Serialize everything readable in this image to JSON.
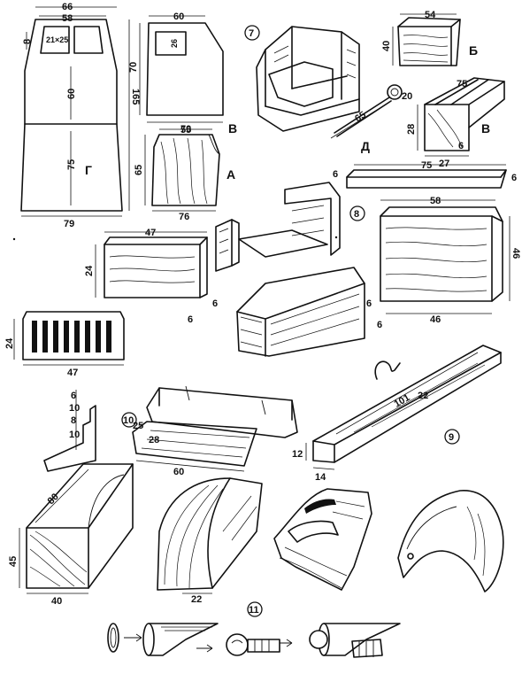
{
  "badges": {
    "b7": "7",
    "b8": "8",
    "b9": "9",
    "b10": "10",
    "b11": "11"
  },
  "letters": {
    "g": "Г",
    "v_panel": "В",
    "a": "А",
    "b": "Б",
    "d": "Д",
    "v_box": "В"
  },
  "dims": {
    "front_total_width": "66",
    "front_top_width": "58",
    "front_window": "21×25",
    "front_top_h": "8",
    "front_mid_h": "60",
    "front_low_h": "75",
    "front_total_h": "165",
    "front_base_w": "79",
    "side_top_w": "60",
    "side_hole": "26",
    "side_h": "70",
    "side_base_w": "70",
    "blockA_top": "55",
    "blockA_h": "65",
    "blockA_base": "76",
    "blockB_w": "54",
    "blockB_h": "40",
    "key_len": "65",
    "key_head": "20",
    "channel_len": "75",
    "channel_h": "28",
    "channel_base": "27",
    "channel_slot": "6",
    "strip_len": "75",
    "strip_w": "6",
    "strip_h": "6",
    "hood_top": "47",
    "hood_h": "24",
    "hood_step_h": "6",
    "hood_step_w": "6",
    "grille_h": "24",
    "grille_w": "47",
    "cab_top": "58",
    "cab_h": "46",
    "cab_base": "46",
    "cab_step": "6",
    "cab_step_w": "6",
    "stair_a": "6",
    "stair_b": "10",
    "stair_c": "8",
    "stair_d": "10",
    "base_25": "25",
    "base_28": "28",
    "base_60": "60",
    "beam_len": "101",
    "beam_mark": "22",
    "beam_h": "12",
    "beam_w": "14",
    "block_len": "80",
    "block_h": "45",
    "block_w": "40",
    "fender_w": "22"
  },
  "icons": [
    "windshield-panel",
    "side-panel",
    "wood-block",
    "cab-assembly",
    "pin-key",
    "channel-block",
    "wood-strip",
    "hood-block",
    "radiator-grille",
    "frame-rails",
    "bent-wire",
    "axle-beam",
    "fender-stages",
    "headlamp-assembly"
  ]
}
